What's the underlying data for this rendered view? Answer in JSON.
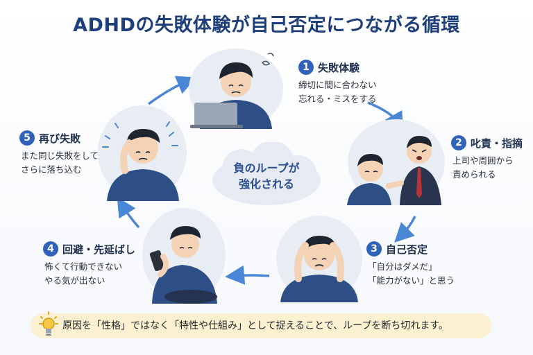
{
  "title": "ADHDの失敗体験が自己否定につながる循環",
  "center_label": [
    "負のループが",
    "強化される"
  ],
  "steps": [
    {
      "num": "1",
      "title": "失敗体験",
      "desc": [
        "締切に間に合わない",
        "忘れる・ミスをする"
      ]
    },
    {
      "num": "2",
      "title": "叱責・指摘",
      "desc": [
        "上司や周囲から",
        "責められる"
      ]
    },
    {
      "num": "3",
      "title": "自己否定",
      "desc": [
        "「自分はダメだ」",
        "「能力がない」と思う"
      ]
    },
    {
      "num": "4",
      "title": "回避・先延ばし",
      "desc": [
        "怖くて行動できない",
        "やる気が出ない"
      ]
    },
    {
      "num": "5",
      "title": "再び失敗",
      "desc": [
        "また同じ失敗をして",
        "さらに落ち込む"
      ]
    }
  ],
  "tip": "原因を「性格」ではなく「特性や仕組み」として捉えることで、ループを断ち切れます。",
  "colors": {
    "accent": "#2f62b8",
    "title": "#1f3f7a",
    "arrow": "#4a86d6",
    "tip_bg": "#fbf0cf"
  }
}
